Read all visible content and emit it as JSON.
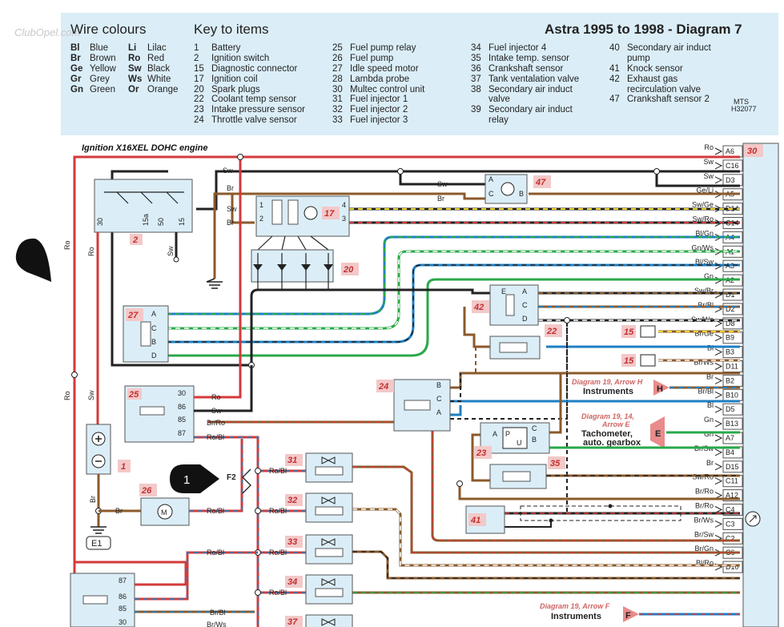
{
  "header": {
    "wire_colours_title": "Wire colours",
    "key_title": "Key to items",
    "diagram_title": "Astra 1995 to 1998 - Diagram 7",
    "code": "MTS\nH32077",
    "code_line1": "MTS",
    "code_line2": "H32077",
    "watermark": "ClubOpel.com"
  },
  "wire_colours": [
    {
      "abbr": "Bl",
      "name": "Blue"
    },
    {
      "abbr": "Br",
      "name": "Brown"
    },
    {
      "abbr": "Ge",
      "name": "Yellow"
    },
    {
      "abbr": "Gr",
      "name": "Grey"
    },
    {
      "abbr": "Gn",
      "name": "Green"
    },
    {
      "abbr": "Li",
      "name": "Lilac"
    },
    {
      "abbr": "Ro",
      "name": "Red"
    },
    {
      "abbr": "Sw",
      "name": "Black"
    },
    {
      "abbr": "Ws",
      "name": "White"
    },
    {
      "abbr": "Or",
      "name": "Orange"
    }
  ],
  "key_items": [
    [
      "1",
      "Battery"
    ],
    [
      "2",
      "Ignition switch"
    ],
    [
      "15",
      "Diagnostic connector"
    ],
    [
      "17",
      "Ignition coil"
    ],
    [
      "20",
      "Spark plugs"
    ],
    [
      "22",
      "Coolant temp sensor"
    ],
    [
      "23",
      "Intake pressure sensor"
    ],
    [
      "24",
      "Throttle valve sensor"
    ],
    [
      "25",
      "Fuel pump relay"
    ],
    [
      "26",
      "Fuel pump"
    ],
    [
      "27",
      "Idle speed motor"
    ],
    [
      "28",
      "Lambda probe"
    ],
    [
      "30",
      "Multec control unit"
    ],
    [
      "31",
      "Fuel injector 1"
    ],
    [
      "32",
      "Fuel injector 2"
    ],
    [
      "33",
      "Fuel injector 3"
    ],
    [
      "34",
      "Fuel injector 4"
    ],
    [
      "35",
      "Intake temp. sensor"
    ],
    [
      "36",
      "Crankshaft sensor"
    ],
    [
      "37",
      "Tank ventalation valve"
    ],
    [
      "38",
      "Secondary air induct\nvalve"
    ],
    [
      "39",
      "Secondary air induct\nrelay"
    ],
    [
      "40",
      "Secondary air induct\npump"
    ],
    [
      "41",
      "Knock sensor"
    ],
    [
      "42",
      "Exhaust gas\nrecirculation valve"
    ],
    [
      "47",
      "Crankshaft sensor 2"
    ]
  ],
  "key_lines": {
    "c1": [
      "1",
      "Battery",
      "2",
      "Ignition switch",
      "15",
      "Diagnostic connector",
      "17",
      "Ignition coil",
      "20",
      "Spark plugs",
      "22",
      "Coolant temp sensor",
      "23",
      "Intake pressure sensor",
      "24",
      "Throttle valve sensor"
    ],
    "c2": [
      "25",
      "Fuel pump relay",
      "26",
      "Fuel pump",
      "27",
      "Idle speed motor",
      "28",
      "Lambda probe",
      "30",
      "Multec control unit",
      "31",
      "Fuel injector 1",
      "32",
      "Fuel injector 2",
      "33",
      "Fuel injector 3"
    ],
    "c3": [
      "34",
      "Fuel injector 4",
      "35",
      "Intake temp. sensor",
      "36",
      "Crankshaft sensor",
      "37",
      "Tank ventalation valve",
      "38",
      "Secondary air induct",
      "",
      "valve",
      "39",
      "Secondary air induct",
      "",
      "relay"
    ],
    "c4": [
      "40",
      "Secondary air induct",
      "",
      "pump",
      "41",
      "Knock sensor",
      "42",
      "Exhaust gas",
      "",
      "recirculation valve",
      "47",
      "Crankshaft sensor 2"
    ]
  },
  "diagram": {
    "engine_label": "Ignition X16XEL DOHC engine",
    "ecu_id": "30",
    "ecu_pins": [
      {
        "pin": "A6",
        "wire": "Ro"
      },
      {
        "pin": "C16",
        "wire": "Sw"
      },
      {
        "pin": "D3",
        "wire": "Sw"
      },
      {
        "pin": "A5",
        "wire": "Ge/Li"
      },
      {
        "pin": "D14",
        "wire": "Sw/Ge"
      },
      {
        "pin": "C14",
        "wire": "Sw/Ro"
      },
      {
        "pin": "A4",
        "wire": "Bl/Gn"
      },
      {
        "pin": "A1",
        "wire": "Gn/Ws"
      },
      {
        "pin": "A3",
        "wire": "Bl/Sw"
      },
      {
        "pin": "A2",
        "wire": "Gn"
      },
      {
        "pin": "D1",
        "wire": "Sw/Br"
      },
      {
        "pin": "D2",
        "wire": "Br/Bl"
      },
      {
        "pin": "D8",
        "wire": "Sw/Ws"
      },
      {
        "pin": "B9",
        "wire": "Br/Ge"
      },
      {
        "pin": "B3",
        "wire": "Bl"
      },
      {
        "pin": "D11",
        "wire": "Br/Ws"
      },
      {
        "pin": "B2",
        "wire": "Br"
      },
      {
        "pin": "B10",
        "wire": "Br/Bl"
      },
      {
        "pin": "D5",
        "wire": "Bl"
      },
      {
        "pin": "B13",
        "wire": "Gn"
      },
      {
        "pin": "A7",
        "wire": "Gn"
      },
      {
        "pin": "B4",
        "wire": "Br/Sw"
      },
      {
        "pin": "D15",
        "wire": "Br"
      },
      {
        "pin": "C11",
        "wire": "Sw/Ro"
      },
      {
        "pin": "A12",
        "wire": "Br/Ro"
      },
      {
        "pin": "C4",
        "wire": "Br/Ro"
      },
      {
        "pin": "C3",
        "wire": "Br/Ws"
      },
      {
        "pin": "C2",
        "wire": "Br/Sw"
      },
      {
        "pin": "C6",
        "wire": "Br/Gn"
      },
      {
        "pin": "D10",
        "wire": "Bl/Ro"
      }
    ],
    "components": {
      "c2": "2",
      "c17": "17",
      "c20": "20",
      "c27": "27",
      "c42": "42",
      "c22": "22",
      "c47": "47",
      "c15a": "15",
      "c15b": "15",
      "c24": "24",
      "c25": "25",
      "c23": "23",
      "c35": "35",
      "c41": "41",
      "c1": "1",
      "c26": "26",
      "c31": "31",
      "c32": "32",
      "c33": "33",
      "c34": "34",
      "c37": "37"
    },
    "arrows": {
      "h_ref": "Diagram 19, Arrow H",
      "h_label": "Instruments",
      "h_letter": "H",
      "e_ref1": "Diagram 19, 14,",
      "e_ref2": "Arrow E",
      "e_label1": "Tachometer,",
      "e_label2": "auto. gearbox",
      "e_letter": "E",
      "f_ref": "Diagram 19, Arrow F",
      "f_label": "Instruments",
      "f_letter": "F"
    },
    "fuse": "F2",
    "earth": "E1",
    "callout": "1",
    "ign_pins": {
      "p30": "30",
      "p15": "15",
      "p15a": "15a",
      "p50": "50"
    },
    "relay_pins": {
      "p30": "30",
      "p86": "86",
      "p85": "85",
      "p87": "87"
    },
    "connector_pins": {
      "a": "A",
      "b": "B",
      "c": "C",
      "d": "D",
      "e": "E",
      "p1": "1",
      "p2": "2",
      "p3": "3",
      "p4": "4",
      "p": "P",
      "u": "U"
    },
    "wire_labels": {
      "ro": "Ro",
      "sw": "Sw",
      "br": "Br",
      "ro_bl": "Ro/Bl",
      "br_ro": "Br/Ro",
      "br_bl": "Br/Bl",
      "br_ws": "Br/Ws",
      "motor": "M"
    },
    "ecu_symbol": "(Ɨ)"
  }
}
